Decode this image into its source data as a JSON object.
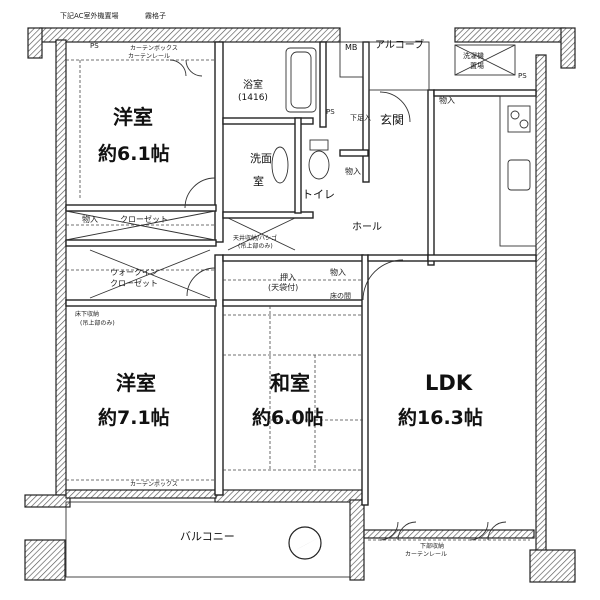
{
  "top_note": "下記AC室外機置場",
  "top_note_right": "霧格子",
  "rooms": {
    "western1_name": "洋室",
    "western1_size": "約6.1帖",
    "western2_name": "洋室",
    "western2_size": "約7.1帖",
    "japanese_name": "和室",
    "japanese_size": "約6.0帖",
    "ldk_name": "LDK",
    "ldk_size": "約16.3帖"
  },
  "labels": {
    "bath": "浴室",
    "bath_size": "(1416)",
    "washroom": "洗面室",
    "toilet": "トイレ",
    "entrance": "玄関",
    "hall": "ホール",
    "alcove": "アルコーブ",
    "mb": "MB",
    "ps": "PS",
    "storage": "物入",
    "closet": "クローゼット",
    "walkin": "ウォークイン",
    "walkin2": "クローゼット",
    "oshiire": "押入",
    "oshiire2": "(天袋付)",
    "balcony": "バルコニー",
    "shoes": "下足入",
    "washer": "洗濯機",
    "washer2": "置場",
    "floor_storage": "床の間",
    "ceiling_storage": "天井収納/ハシゴ",
    "ceiling_storage2": "(吊上部のみ)",
    "curtain_box": "カーテンボックス",
    "curtain_sub": "カーテンレール",
    "lower_storage": "床下収納",
    "lower_storage2": "(吊上部のみ)",
    "ldk_ceiling": "下部収納"
  }
}
